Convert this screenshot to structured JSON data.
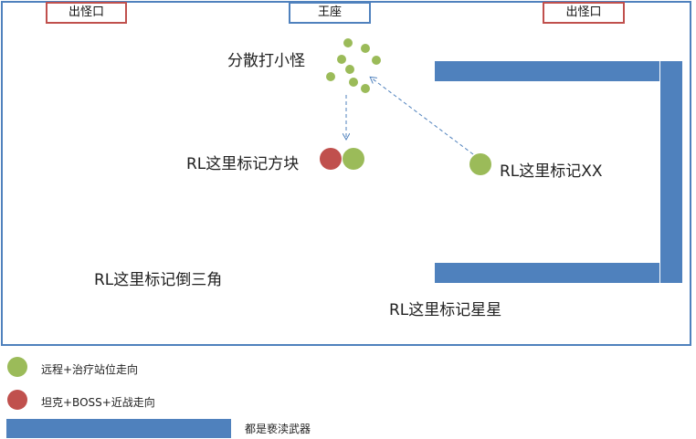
{
  "gates": {
    "exit_left": "出怪口",
    "throne": "王座",
    "exit_right": "出怪口"
  },
  "labels": {
    "spread_mobs": "分散打小怪",
    "mark_square": "RL这里标记方块",
    "mark_xx": "RL这里标记XX",
    "mark_triangle": "RL这里标记倒三角",
    "mark_star": "RL这里标记星星"
  },
  "legend": {
    "green_text": "远程+治疗站位走向",
    "red_text": "坦克+BOSS+近战走向",
    "bar_text": "都是亵渎武器"
  },
  "colors": {
    "ranged_healer": "#9bbb59",
    "tank_boss_melee": "#c0504d",
    "weapon": "#4f81bd",
    "frame": "#4f81bd",
    "arrow": "#4f81bd"
  }
}
